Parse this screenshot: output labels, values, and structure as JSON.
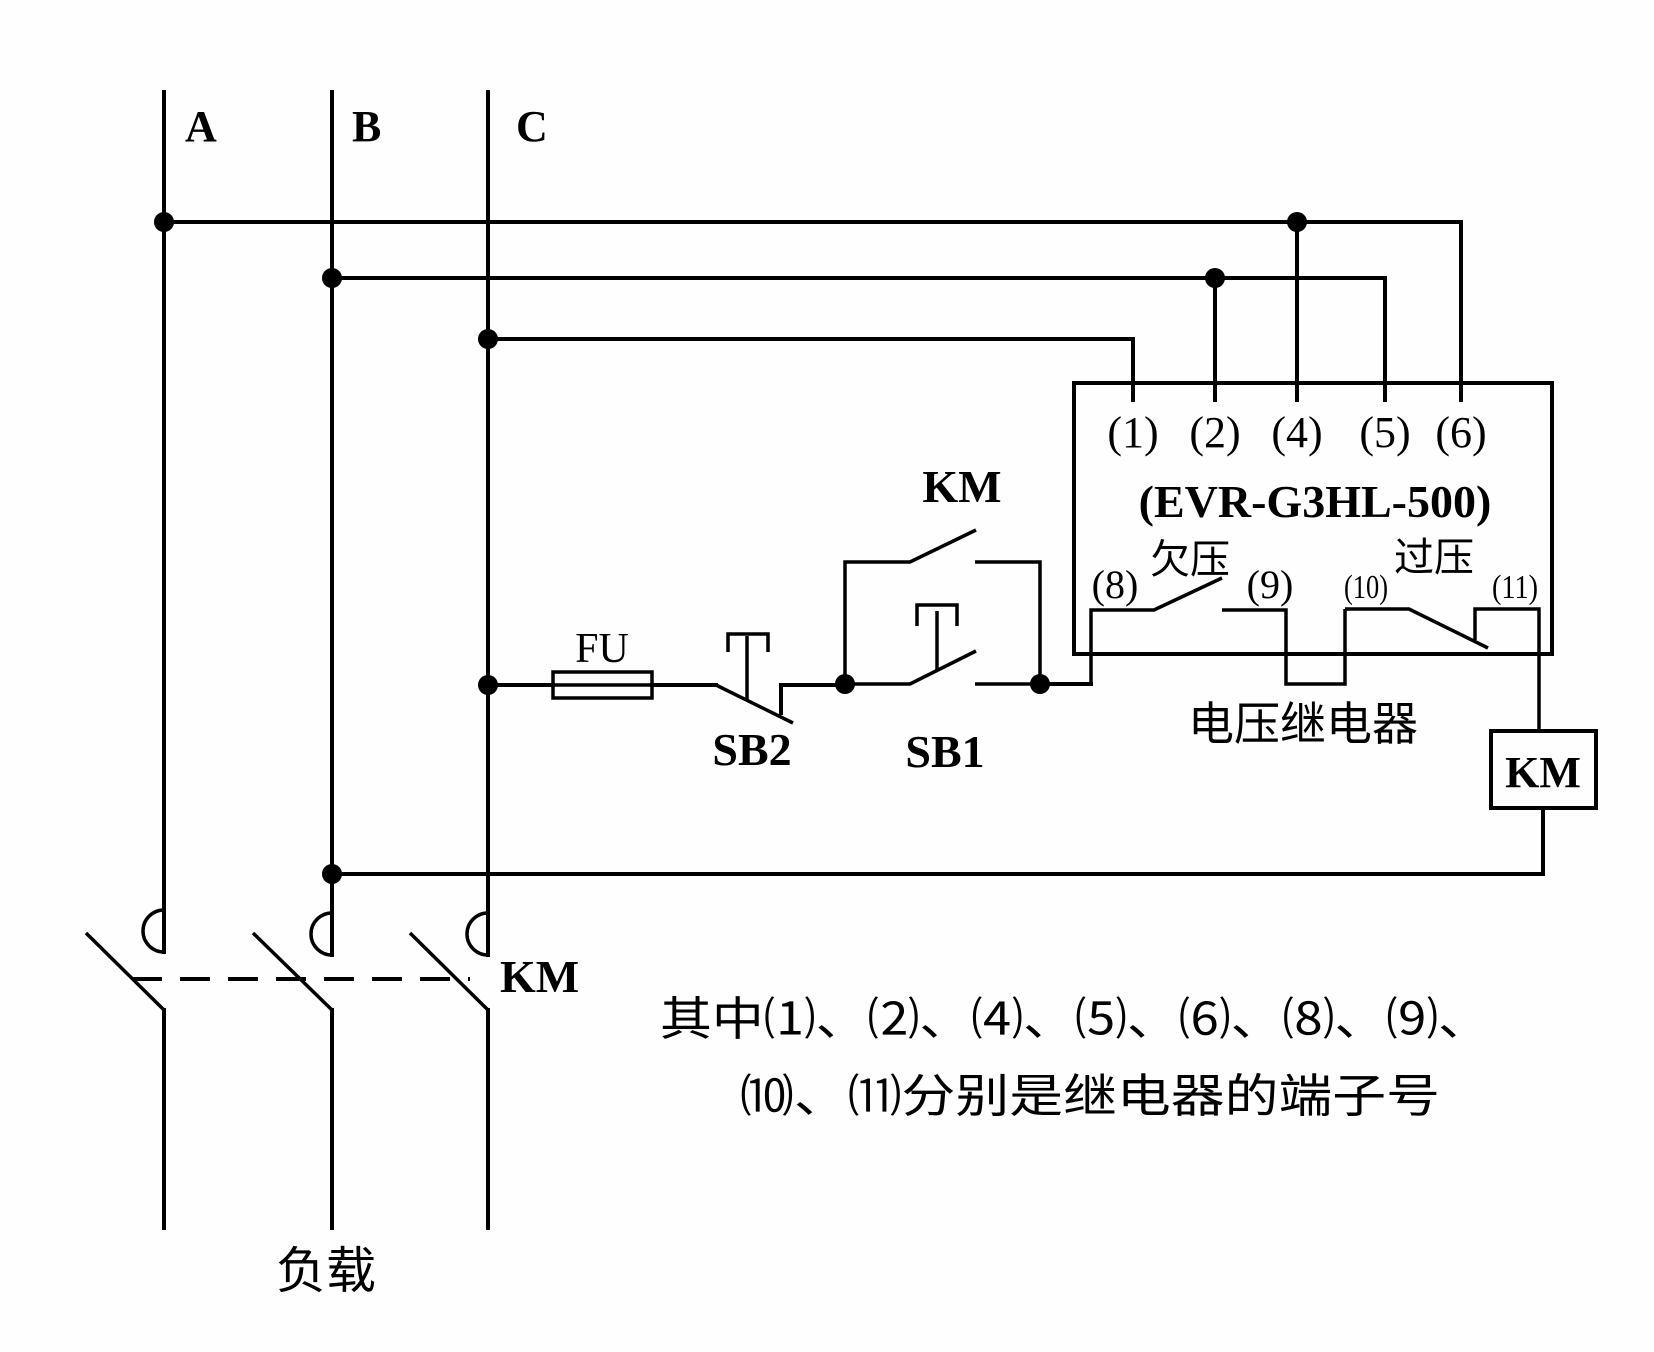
{
  "phases": {
    "a": "A",
    "b": "B",
    "c": "C"
  },
  "relay": {
    "model": "(EVR-G3HL-500)",
    "name": "电压继电器",
    "terminals": {
      "t1": "(1)",
      "t2": "(2)",
      "t4": "(4)",
      "t5": "(5)",
      "t6": "(6)",
      "t8": "(8)",
      "t9": "(9)",
      "t10": "(10)",
      "t11": "(11)"
    },
    "undervoltage_label": "欠压",
    "overvoltage_label": "过压"
  },
  "control": {
    "fuse_label": "FU",
    "stop_button_label": "SB2",
    "start_button_label": "SB1",
    "aux_contact_label": "KM",
    "coil_label": "KM"
  },
  "main_contactor_label": "KM",
  "load_label": "负载",
  "note": {
    "line1": "其中⑴、⑵、⑷、⑸、⑹、⑻、⑼、",
    "line2": "⑽、⑾分别是继电器的端子号"
  }
}
